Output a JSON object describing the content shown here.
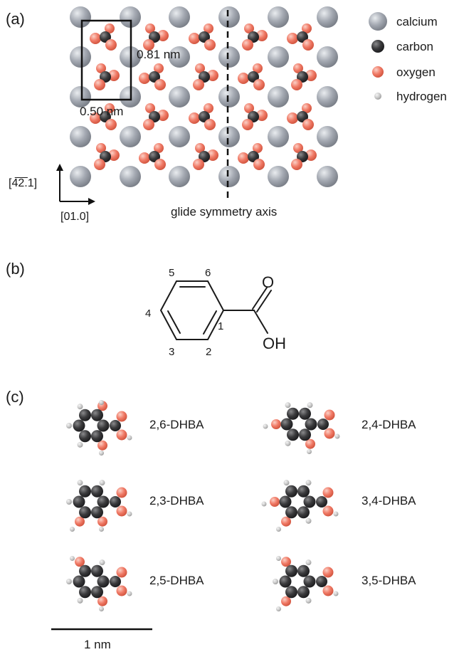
{
  "panels": {
    "a": {
      "label": "(a)",
      "cell_height": "0.81 nm",
      "cell_width": "0.50 nm",
      "axis_vertical": "[4̅2̅.1]",
      "axis_horizontal": "[01.0]",
      "glide": "glide symmetry axis",
      "legend": [
        {
          "name": "calcium",
          "color": "#a4a9b2"
        },
        {
          "name": "carbon",
          "color": "#3a3a3c"
        },
        {
          "name": "oxygen",
          "color": "#f07a66"
        },
        {
          "name": "hydrogen",
          "color": "#c9c9c9"
        }
      ]
    },
    "b": {
      "label": "(b)",
      "ring_numbers": [
        "1",
        "2",
        "3",
        "4",
        "5",
        "6"
      ],
      "oxygen_label": "O",
      "hydroxyl_label": "OH"
    },
    "c": {
      "label": "(c)",
      "molecules": [
        "2,6-DHBA",
        "2,4-DHBA",
        "2,3-DHBA",
        "3,4-DHBA",
        "2,5-DHBA",
        "3,5-DHBA"
      ],
      "scale_bar": "1 nm"
    }
  },
  "colors": {
    "calcium": "#a4a9b2",
    "carbon": "#3a3a3c",
    "oxygen": "#f07a66",
    "hydrogen": "#c9c9c9"
  }
}
